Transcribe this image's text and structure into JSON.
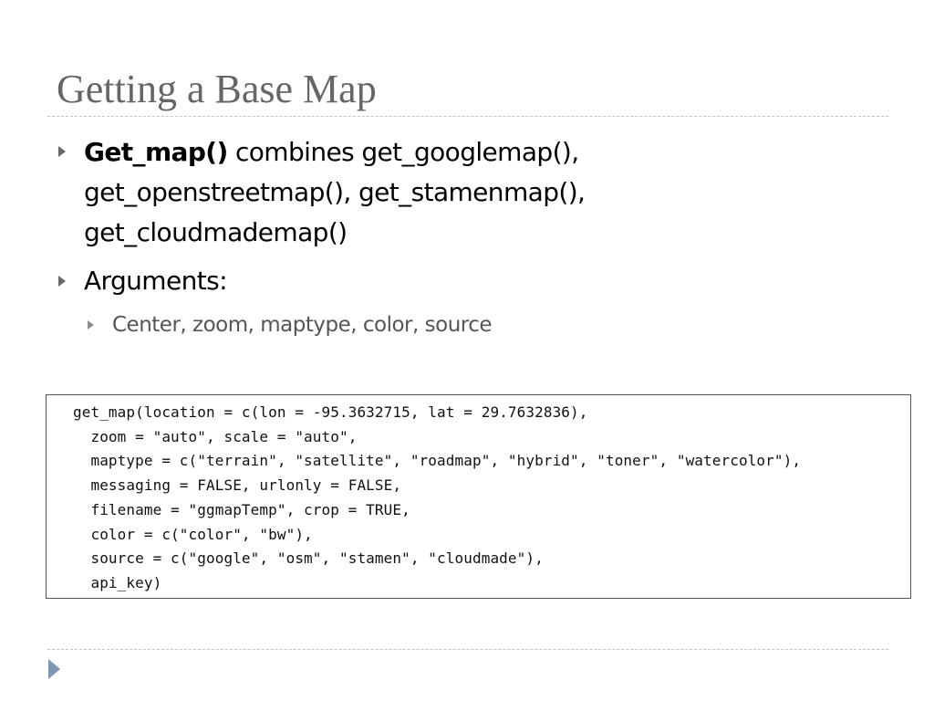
{
  "slide": {
    "title": "Getting a Base Map",
    "bullets": [
      {
        "bold": "Get_map()",
        "lines": [
          " combines get_googlemap(),",
          "get_openstreetmap(), get_stamenmap(),",
          "get_cloudmademap()"
        ]
      },
      {
        "text": "Arguments:",
        "subbullets": [
          "Center, zoom, maptype, color, source"
        ]
      }
    ],
    "code_lines": [
      "get_map(location = c(lon = -95.3632715, lat = 29.7632836),",
      "  zoom = \"auto\", scale = \"auto\",",
      "  maptype = c(\"terrain\", \"satellite\", \"roadmap\", \"hybrid\", \"toner\", \"watercolor\"),",
      "  messaging = FALSE, urlonly = FALSE,",
      "  filename = \"ggmapTemp\", crop = TRUE,",
      "  color = c(\"color\", \"bw\"),",
      "  source = c(\"google\", \"osm\", \"stamen\", \"cloudmade\"),",
      "  api_key)"
    ],
    "colors": {
      "title": "#666666",
      "body": "#000000",
      "sub": "#555555",
      "nav_arrow": "#7f95b4"
    },
    "icons": {
      "bullet": "triangle-right-icon",
      "nav": "next-slide-icon"
    }
  }
}
